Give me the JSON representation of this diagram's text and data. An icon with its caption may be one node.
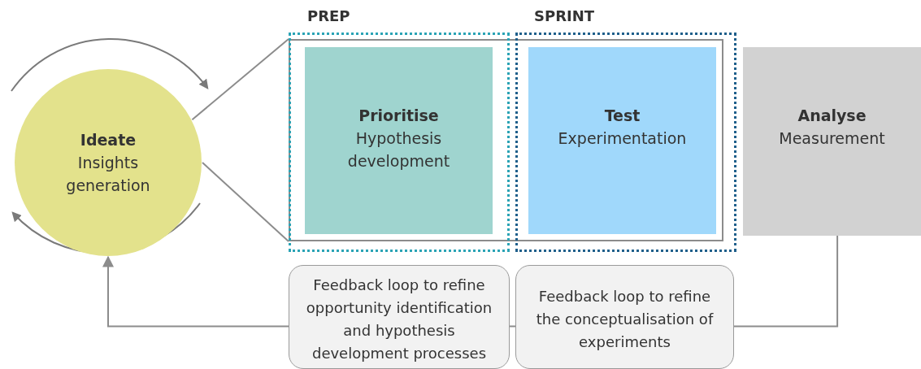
{
  "diagram": {
    "nodes": [
      {
        "text": [
          "Ideate",
          "Insights generation"
        ]
      },
      {
        "text": [],
        "shape": "box"
      },
      {
        "text": [
          "PREP"
        ]
      },
      {
        "text": [
          "Prioritise",
          "Hypothesis development"
        ],
        "in": 2
      },
      {
        "text": [
          "SPRINT"
        ]
      },
      {
        "text": [
          "Test",
          "Experimentation"
        ],
        "in": 4
      },
      {
        "text": [
          "Analyse",
          "Measurement"
        ]
      },
      {
        "text": [
          "Feedback loop to refine opportunity identification and hypothesis development processes"
        ]
      },
      {
        "text": [
          "Feedback loop to refine the conceptualisation of experiments"
        ]
      }
    ],
    "edges": [
      {
        "from": 0,
        "to": 1,
        "arrow": "none"
      },
      {
        "from": 0,
        "to": 1,
        "arrow": "none"
      },
      {
        "from": 6,
        "to": 8,
        "arrow": "none"
      },
      {
        "from": 8,
        "to": 7,
        "arrow": "none"
      },
      {
        "from": 7,
        "to": 0,
        "arrow": "to"
      }
    ]
  }
}
